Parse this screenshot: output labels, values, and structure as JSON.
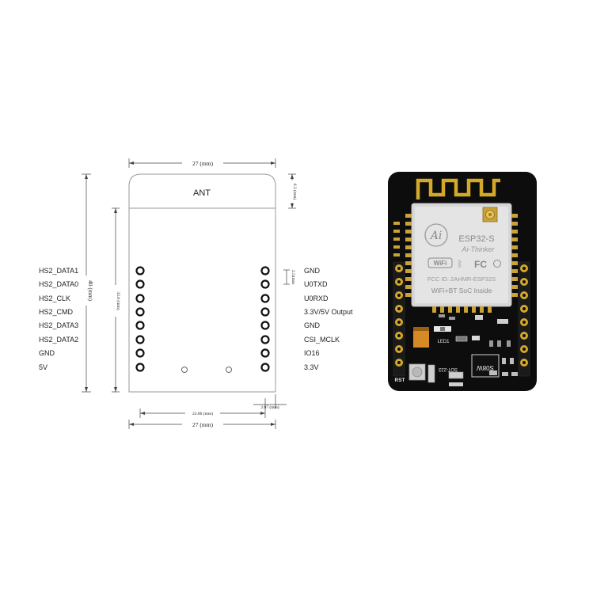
{
  "outline": {
    "antenna_label": "ANT",
    "dim_top_width": "27 (mm)",
    "dim_bottom_width": "27 (mm)",
    "dim_pin_spacing": "22.86 (mm)",
    "dim_edge_offset": "2.07 (mm)",
    "dim_total_height": "40 (mm)",
    "dim_pin_height": "33.0 (mm)",
    "dim_antenna_height": "6.3 (mm)",
    "dim_pitch": "2.54mm"
  },
  "left_pins": [
    "HS2_DATA1",
    "HS2_DATA0",
    "HS2_CLK",
    "HS2_CMD",
    "HS2_DATA3",
    "HS2_DATA2",
    "GND",
    "5V"
  ],
  "right_pins": [
    "GND",
    "U0TXD",
    "U0RXD",
    "3.3V/5V Output",
    "GND",
    "CSI_MCLK",
    "IO16",
    "3.3V"
  ],
  "board": {
    "module_name": "ESP32-S",
    "module_brand": "Ai-Thinker",
    "logo_text": "Ai",
    "wifi_text": "WiFi",
    "fcc_text": "FC",
    "fcc_id": "FCC ID: 2AHMR-ESP32S",
    "module_tagline": "WiFi+BT SoC Inside",
    "led_label": "LED1",
    "rst_label": "RST",
    "sot_label": "SOT-223",
    "s08w_label": "S08W"
  },
  "colors": {
    "board": "#0d0d0d",
    "shield": "#d9d9d9",
    "gold": "#d4a92a",
    "outline": "#888888"
  }
}
